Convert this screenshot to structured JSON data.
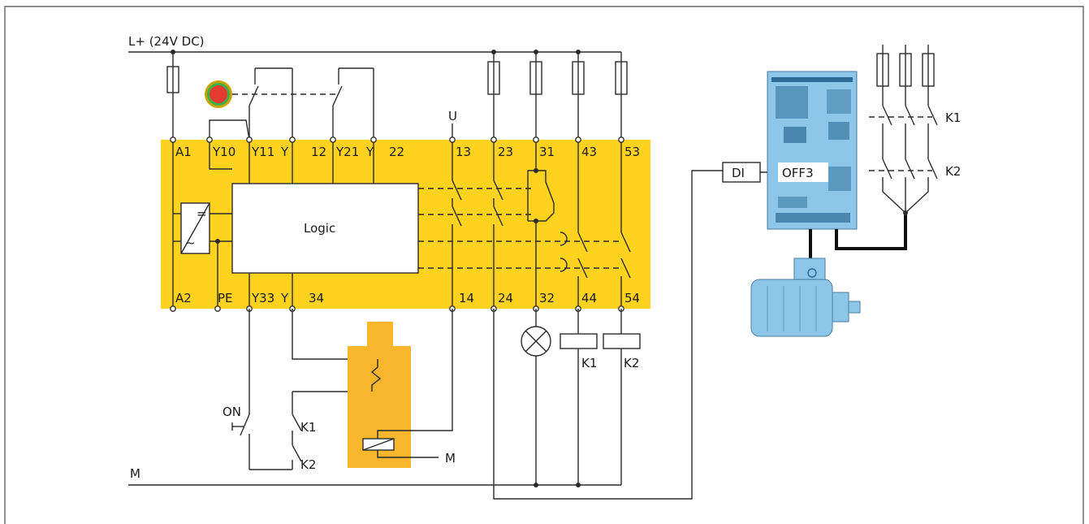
{
  "rails": {
    "supply": "L+ (24V DC)",
    "ground": "M"
  },
  "relay": {
    "logic": "Logic",
    "top_terminals": [
      "A1",
      "Y10",
      "Y11",
      "Y",
      "12",
      "Y21",
      "Y",
      "22",
      "13",
      "23",
      "31",
      "43",
      "53"
    ],
    "bottom_terminals": [
      "A2",
      "PE",
      "Y33",
      "Y",
      "34",
      "14",
      "24",
      "32",
      "44",
      "54"
    ],
    "u_label": "U",
    "psu_symbols": [
      "=",
      "~"
    ]
  },
  "components": {
    "on_button": "ON",
    "aux_contacts": [
      "K1",
      "K2"
    ],
    "brake_coil": "M",
    "contactor_coils": [
      "K1",
      "K2"
    ],
    "main_contacts": [
      "K1",
      "K2"
    ]
  },
  "drive": {
    "input": "DI",
    "mode": "OFF3"
  },
  "colors": {
    "relay_body": "#FFD21E",
    "switch_body": "#F7B62B",
    "drive_body": "#8DC6E8",
    "wire": "#2a2a2a"
  }
}
